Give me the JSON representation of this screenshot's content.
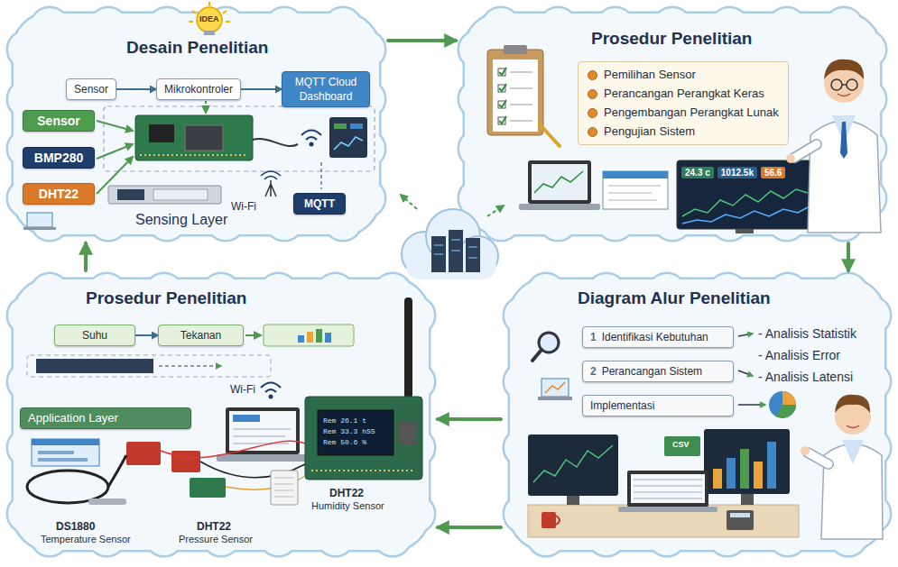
{
  "diagram": {
    "nodes": [
      {
        "text": [
          "Desain Penelitian"
        ]
      },
      {
        "text": [
          "Sensor"
        ],
        "in": 0
      },
      {
        "text": [
          "Mikrokontroler"
        ],
        "in": 0
      },
      {
        "text": [
          "MQTT Cloud Dashboard"
        ],
        "in": 0
      },
      {
        "text": [
          "Sensor"
        ],
        "in": 0
      },
      {
        "text": [
          "BMP280"
        ],
        "in": 0
      },
      {
        "text": [
          "DHT22"
        ],
        "in": 0
      },
      {
        "text": [
          "MQTT"
        ],
        "in": 0
      },
      {
        "text": [
          "Prosedur Penelitian"
        ]
      },
      {
        "text": [
          "Pemilihan Sensor",
          "Perancangan Perangkat Keras",
          "Pengembangan Perangkat Lunak",
          "Pengujian Sistem"
        ],
        "in": 8
      },
      {
        "text": [
          "24.3 c",
          "1012.5k",
          "56.6"
        ],
        "in": 8
      },
      {
        "text": [
          "Diagram Alur Penelitian"
        ]
      },
      {
        "text": [
          "1",
          "Identifikasi Kebutuhan"
        ],
        "in": 11
      },
      {
        "text": [
          "2",
          "Perancangan Sistem"
        ],
        "in": 11
      },
      {
        "text": [
          "Implementasi"
        ],
        "in": 11
      },
      {
        "text": [
          "Prosedur Penelitian"
        ]
      },
      {
        "text": [
          "Suhu"
        ],
        "in": 15
      },
      {
        "text": [
          "Tekanan"
        ],
        "in": 15
      },
      {
        "text": [
          "Application Layer"
        ],
        "in": 15
      },
      {
        "text": [
          "Rem 26.1 t",
          "Rem 33.3 hSS",
          "Rem 50.6 %"
        ],
        "in": 15
      }
    ],
    "edges": [
      {
        "from": 0,
        "to": 8,
        "arrow": "to"
      },
      {
        "from": 8,
        "to": 11,
        "arrow": "to"
      },
      {
        "from": 11,
        "to": 15,
        "arrow": "to"
      },
      {
        "from": 11,
        "to": 15,
        "arrow": "to"
      },
      {
        "from": 15,
        "to": 0,
        "arrow": "to"
      },
      {
        "from": 1,
        "to": 2,
        "arrow": "to"
      },
      {
        "from": 2,
        "to": 3,
        "arrow": "to"
      },
      {
        "from": 16,
        "to": 17,
        "arrow": "to"
      }
    ],
    "labels": [
      "IDEA",
      "Wi-Fi",
      "Sensing Layer",
      "- Analisis Statistik",
      "- Analisis Error",
      "- Analisis Latensi",
      "CSV",
      "Wi-Fi",
      "DHT22",
      "Humidity Sensor",
      "DS1880",
      "Temperature Sensor",
      "DHT22",
      "Pressure Sensor"
    ]
  }
}
